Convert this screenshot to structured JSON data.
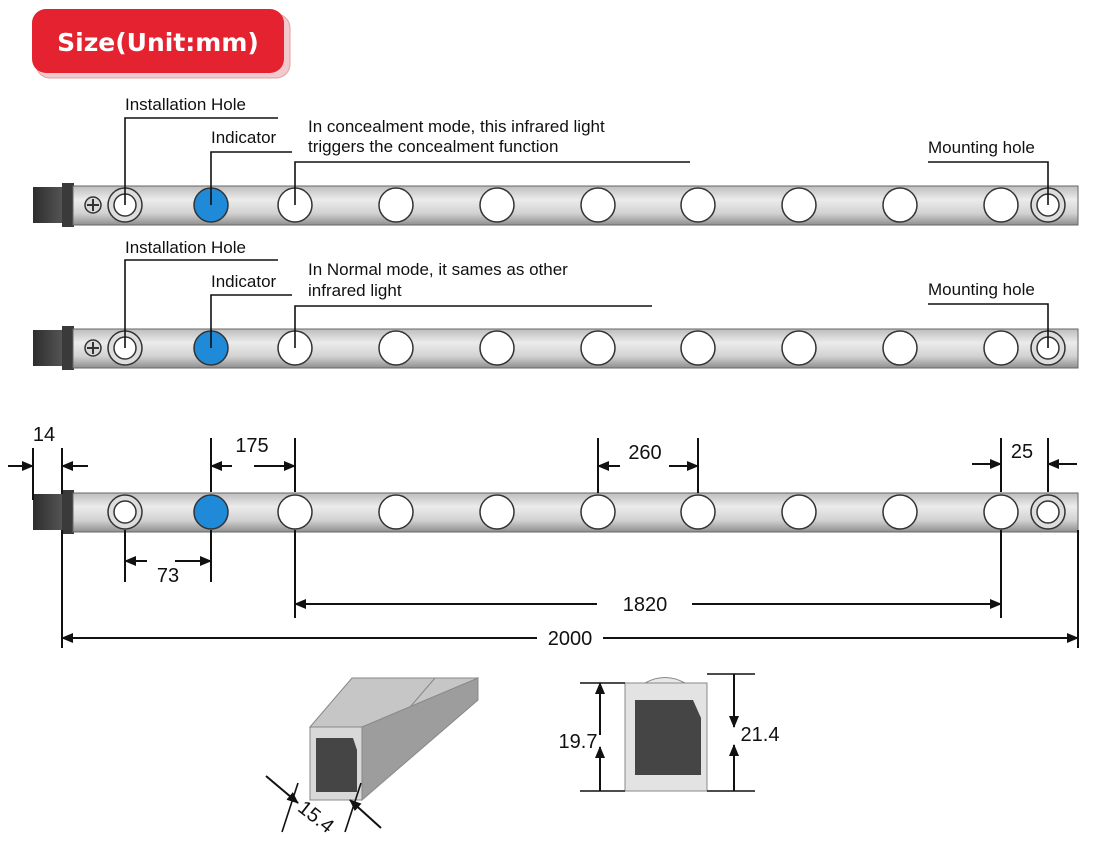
{
  "title": "Size(Unit:mm)",
  "colors": {
    "title_badge": "#e52330",
    "indicator": "#1f8ad8",
    "bar_light": "#e6e6e6",
    "bar_dark": "#8f8f8f",
    "end_cap": "#3d3d3d",
    "profile_inner": "#454545"
  },
  "strip1": {
    "installation_hole": "Installation Hole",
    "indicator": "Indicator",
    "note_line1": "In concealment mode, this infrared light",
    "note_line2": "triggers the concealment function",
    "mounting_hole": "Mounting hole"
  },
  "strip2": {
    "installation_hole": "Installation Hole",
    "indicator": "Indicator",
    "note_line1": "In Normal mode, it sames as other",
    "note_line2": "infrared light",
    "mounting_hole": "Mounting hole"
  },
  "dimensions": {
    "end_cap": "14",
    "hole_to_indicator": "73",
    "indicator_to_light": "175",
    "light_pitch": "260",
    "last_light_to_hole": "25",
    "first_to_last_light": "1820",
    "total_length": "2000"
  },
  "profile": {
    "width": "15.4",
    "inner_height": "19.7",
    "outer_height": "21.4"
  }
}
